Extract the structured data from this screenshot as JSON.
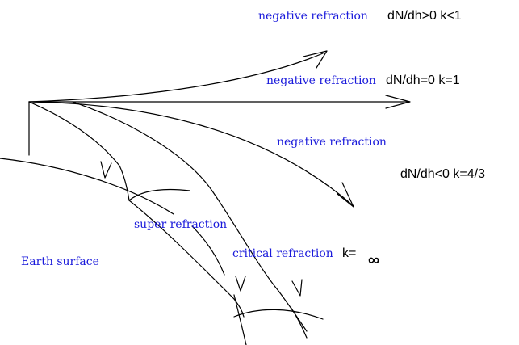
{
  "labels": {
    "upper_ray": "negative refraction",
    "upper_cond": "dN/dh>0 k<1",
    "horizontal_ray": "negative refraction",
    "horizontal_cond": "dN/dh=0 k=1",
    "middle_ray": "negative refraction",
    "middle_cond": "dN/dh<0 k=4/3",
    "super": "super refraction",
    "critical": "critical refraction",
    "critical_cond": "k=",
    "infinity": "∞",
    "earth": "Earth surface"
  },
  "colors": {
    "label_blue": "#1a1adb",
    "line": "#000000",
    "background": "#ffffff"
  }
}
